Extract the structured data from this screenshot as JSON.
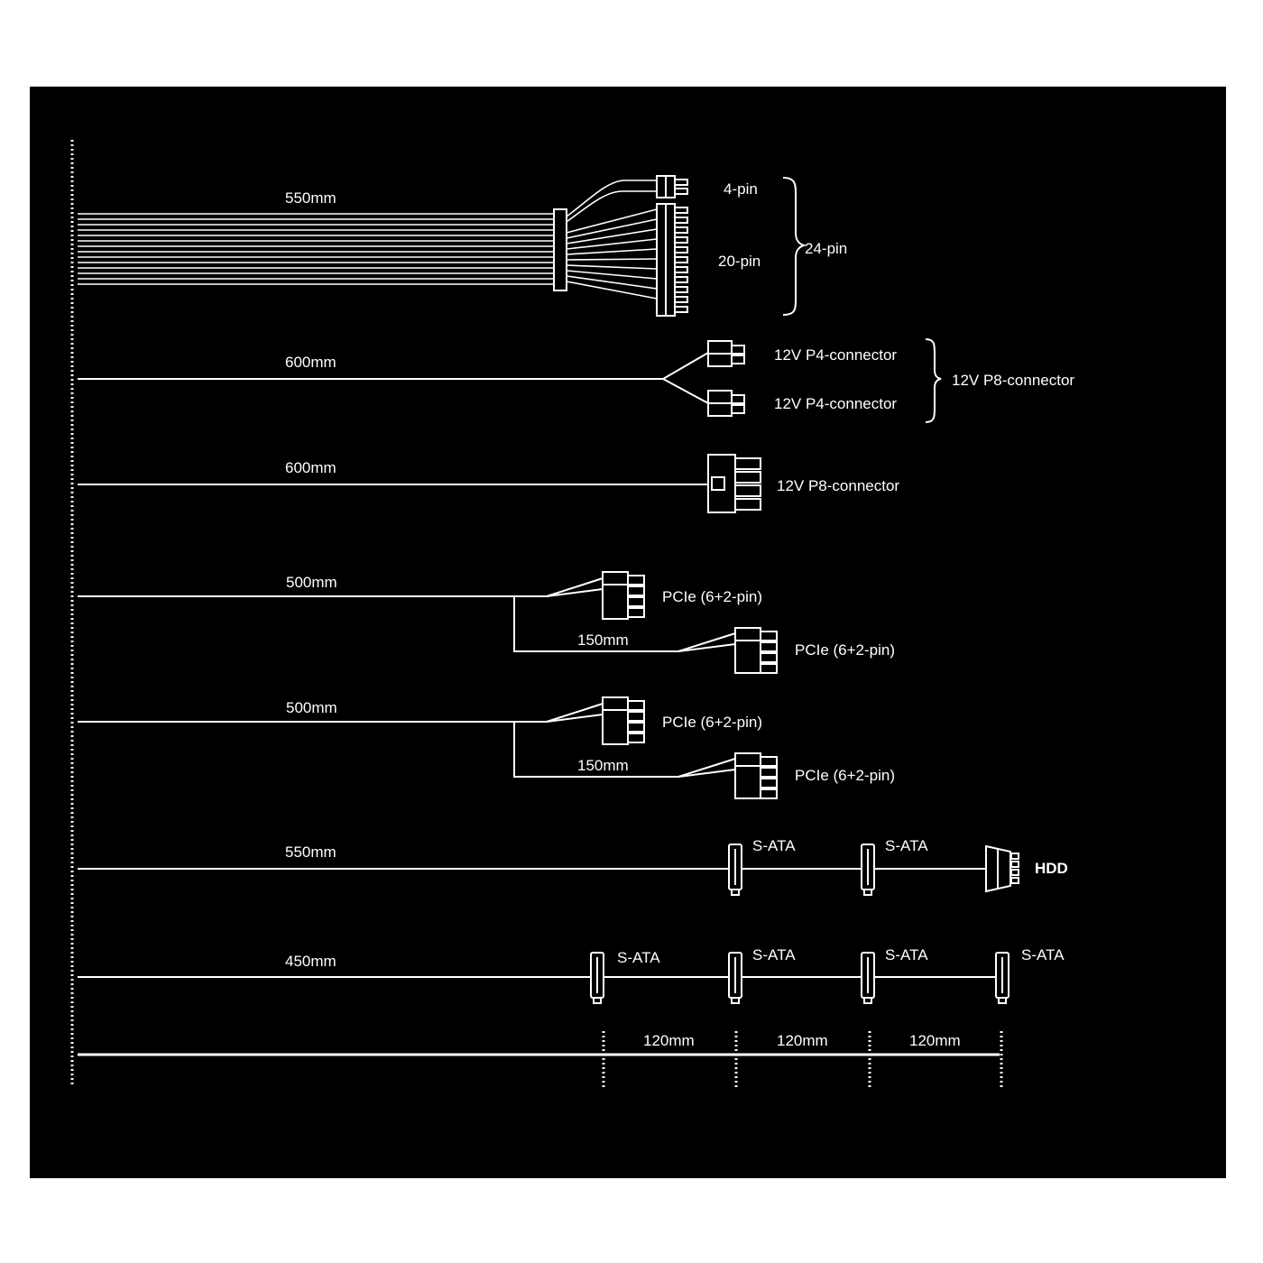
{
  "colors": {
    "background": "#000000",
    "line": "#ffffff",
    "page": "#ffffff"
  },
  "cables": {
    "atx": {
      "length": "550mm",
      "pin4": "4-pin",
      "pin20": "20-pin",
      "group": "24-pin"
    },
    "eps_split": {
      "length": "600mm",
      "connector_a": "12V P4-connector",
      "connector_b": "12V P4-connector",
      "group": "12V P8-connector"
    },
    "eps": {
      "length": "600mm",
      "connector": "12V P8-connector"
    },
    "pcie_1": {
      "length": "500mm",
      "connector_a": "PCIe (6+2-pin)",
      "branch_length": "150mm",
      "connector_b": "PCIe (6+2-pin)"
    },
    "pcie_2": {
      "length": "500mm",
      "connector_a": "PCIe (6+2-pin)",
      "branch_length": "150mm",
      "connector_b": "PCIe (6+2-pin)"
    },
    "sata_hdd": {
      "length": "550mm",
      "connectors": [
        "S-ATA",
        "S-ATA"
      ],
      "end_connector": "HDD"
    },
    "sata": {
      "length": "450mm",
      "connectors": [
        "S-ATA",
        "S-ATA",
        "S-ATA",
        "S-ATA"
      ]
    }
  },
  "spacing": [
    "120mm",
    "120mm",
    "120mm"
  ]
}
